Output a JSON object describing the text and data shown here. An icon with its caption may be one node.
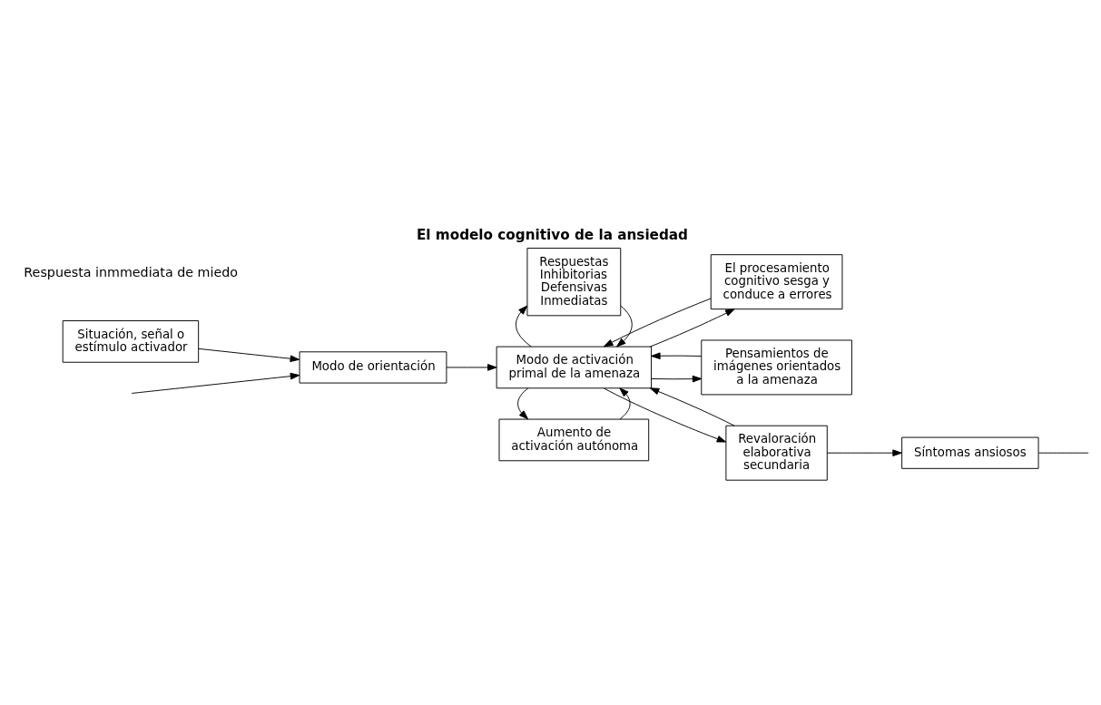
{
  "diagram": {
    "title": "El modelo cognitivo de la ansiedad",
    "nodes": [
      {
        "text": [
          "Situación, señal o estímulo activador"
        ]
      },
      {
        "text": [
          "Modo de orientación"
        ]
      },
      {
        "text": [
          "Modo de activación primal de la amenaza"
        ]
      },
      {
        "text": [
          "Aumento de activación autónoma"
        ]
      },
      {
        "text": [
          "El procesamiento cognitivo sesga y conduce a errores"
        ]
      },
      {
        "text": [
          "Respuestas Inhibitorias Defensivas Inmediatas"
        ]
      },
      {
        "text": [
          "Pensamientos de imágenes orientados a la amenaza"
        ]
      },
      {
        "text": [
          "Revaloración elaborativa secundaria"
        ]
      },
      {
        "text": [
          "Síntomas ansiosos"
        ]
      }
    ],
    "edges": [
      {
        "from": 0,
        "to": 1,
        "arrow": "to"
      },
      {
        "from": 1,
        "to": 2,
        "arrow": "to"
      },
      {
        "from": 3,
        "to": 2,
        "arrow": "to"
      },
      {
        "from": 2,
        "to": 3,
        "arrow": "to"
      },
      {
        "from": 2,
        "to": 4,
        "arrow": "to"
      },
      {
        "from": 4,
        "to": 2,
        "arrow": "to"
      },
      {
        "from": 5,
        "to": 2,
        "arrow": "to"
      },
      {
        "from": 2,
        "to": 5,
        "arrow": "to"
      },
      {
        "from": 2,
        "to": 6,
        "arrow": "to"
      },
      {
        "from": 6,
        "to": 2,
        "arrow": "to"
      },
      {
        "from": 2,
        "to": 7,
        "arrow": "to"
      },
      {
        "from": 7,
        "to": 2,
        "arrow": "to"
      },
      {
        "from": 7,
        "to": 8,
        "arrow": "to"
      },
      {
        "from": 8,
        "to": null,
        "arrow": "none"
      },
      {
        "from": null,
        "to": 1,
        "arrow": "to"
      }
    ],
    "labels": [
      "Respuesta inmmediata de miedo"
    ]
  }
}
